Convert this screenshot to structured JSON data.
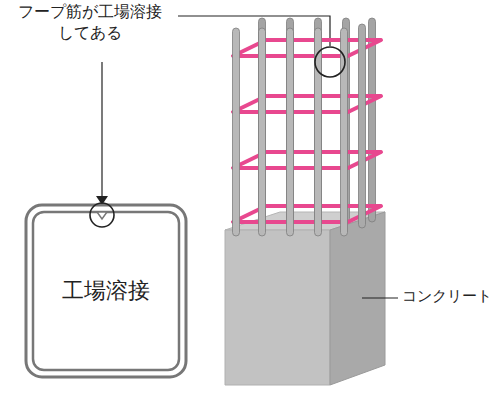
{
  "diagram": {
    "nodes": [
      {
        "text": [
          "工場溶接"
        ]
      }
    ],
    "labels": [
      "フープ筋が工場溶接 してある",
      "コンクリート"
    ]
  }
}
